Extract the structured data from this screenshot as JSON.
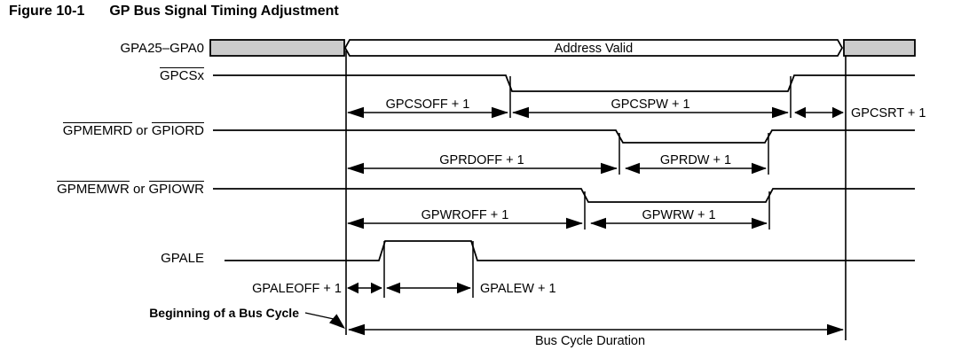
{
  "figure": {
    "number": "Figure 10-1",
    "title": "GP Bus Signal Timing Adjustment"
  },
  "address_bus": {
    "valid_label": "Address Valid"
  },
  "signal_labels": [
    {
      "id": "address",
      "segments": [
        {
          "text": "GPA25–GPA0",
          "overline": false
        }
      ]
    },
    {
      "id": "gpcs",
      "segments": [
        {
          "text": "GPCSx",
          "overline": true
        }
      ]
    },
    {
      "id": "read",
      "segments": [
        {
          "text": "GPMEMRD",
          "overline": true
        },
        {
          "text": " or ",
          "overline": false
        },
        {
          "text": "GPIORD",
          "overline": true
        }
      ]
    },
    {
      "id": "write",
      "segments": [
        {
          "text": "GPMEMWR",
          "overline": true
        },
        {
          "text": " or ",
          "overline": false
        },
        {
          "text": "GPIOWR",
          "overline": true
        }
      ]
    },
    {
      "id": "gpale",
      "segments": [
        {
          "text": "GPALE",
          "overline": false
        }
      ]
    }
  ],
  "timing_labels": {
    "gpcsoff": "GPCSOFF + 1",
    "gpcspw": "GPCSPW + 1",
    "gpcsrt": "GPCSRT + 1",
    "gprdoff": "GPRDOFF + 1",
    "gprdw": "GPRDW + 1",
    "gpwroff": "GPWROFF + 1",
    "gpwrw": "GPWRW + 1",
    "gpaleoff": "GPALEOFF + 1",
    "gpalew": "GPALEW + 1"
  },
  "annotations": {
    "bus_cycle_start": "Beginning of a Bus Cycle",
    "bus_cycle_duration": "Bus Cycle Duration"
  },
  "colors": {
    "line": "#000000",
    "bus_gray": "#cbcbcb",
    "bus_white": "#ffffff",
    "text": "#000000",
    "background": "#ffffff"
  }
}
